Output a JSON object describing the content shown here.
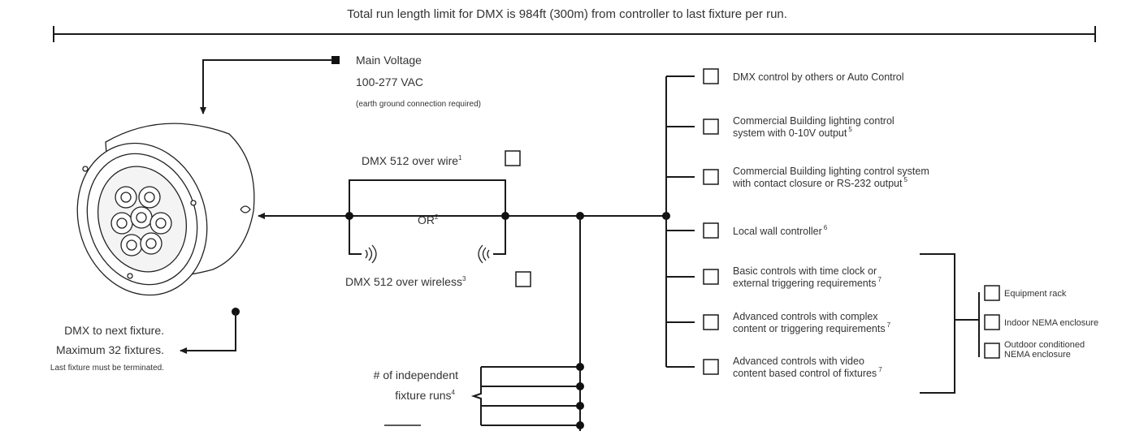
{
  "run_length_note": "Total run length limit for DMX is 984ft (300m) from controller to last fixture per run.",
  "main_voltage": {
    "label": "Main Voltage",
    "value": "100-277 VAC",
    "note": "(earth ground connection required)"
  },
  "dmx_wire": {
    "label": "DMX 512 over wire",
    "sup": "1"
  },
  "or_label": {
    "text": "OR",
    "sup": "2"
  },
  "dmx_wireless": {
    "label": "DMX 512 over wireless",
    "sup": "3"
  },
  "next_fixture": {
    "line1": "DMX to next fixture.",
    "line2": "Maximum 32 fixtures.",
    "line3": "Last fixture must be terminated."
  },
  "independent_runs": {
    "line1": "# of independent",
    "line2": "fixture runs",
    "sup": "4"
  },
  "control_options": [
    {
      "lines": [
        "DMX control by others or Auto Control"
      ],
      "sup": ""
    },
    {
      "lines": [
        "Commercial Building lighting control",
        "system with 0-10V output"
      ],
      "sup": "5"
    },
    {
      "lines": [
        "Commercial Building lighting control system",
        "with contact closure or RS-232 output"
      ],
      "sup": "5"
    },
    {
      "lines": [
        "Local wall controller"
      ],
      "sup": "6"
    },
    {
      "lines": [
        "Basic controls with time clock or",
        "external triggering requirements"
      ],
      "sup": "7"
    },
    {
      "lines": [
        "Advanced controls with complex",
        "content or triggering requirements"
      ],
      "sup": "7"
    },
    {
      "lines": [
        "Advanced controls with video",
        "content based control of fixtures"
      ],
      "sup": "7"
    }
  ],
  "enclosures": [
    {
      "lines": [
        "Equipment rack"
      ]
    },
    {
      "lines": [
        "Indoor NEMA enclosure"
      ]
    },
    {
      "lines": [
        "Outdoor conditioned",
        "NEMA enclosure"
      ]
    }
  ],
  "icons": {
    "fixture": "led-fixture-illustration",
    "wireless_tx": "wireless-signal-icon",
    "wireless_rx": "wireless-signal-icon",
    "checkbox": "checkbox-empty-icon"
  }
}
